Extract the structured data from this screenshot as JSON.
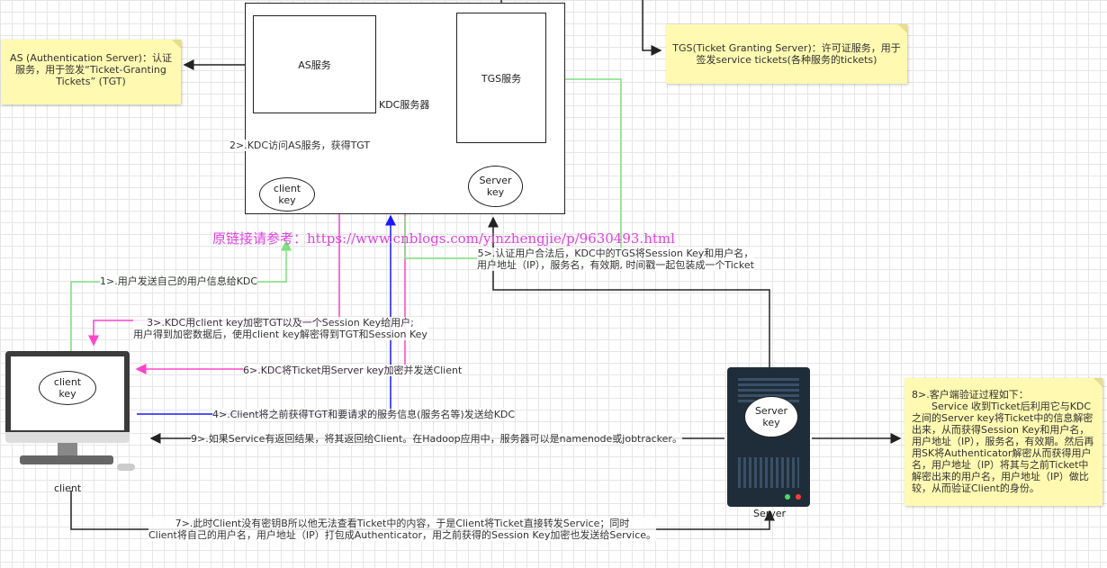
{
  "kdc": {
    "label": "KDC服务器",
    "as_label": "AS服务",
    "tgs_label": "TGS服务",
    "client_key": "client\nkey",
    "server_key": "Server\nkey"
  },
  "notes": {
    "as": "AS (Authentication Server)：认证服务，用于签发“Ticket-Granting Tickets” (TGT)",
    "tgs": "TGS(Ticket Granting Server)：许可证服务，用于签发service tickets(各种服务的tickets)",
    "step8_title": "8>.客户端验证过程如下：",
    "step8_body": "Service 收到Ticket后利用它与KDC之间的Server key将Ticket中的信息解密出来，从而获得Session Key和用户名，用户地址（IP），服务名，有效期。然后再用SK将Authenticator解密从而获得用户名，用户地址（IP）将其与之前Ticket中解密出来的用户名，用户地址（IP）做比较，从而验证Client的身份。"
  },
  "link_text": "原链接请参考：https://www.cnblogs.com/yinzhengjie/p/9630493.html",
  "steps": {
    "s1": "1>.用户发送自己的用户信息给KDC",
    "s2": "2>.KDC访问AS服务，获得TGT",
    "s3_line1": "3>.KDC用client key加密TGT以及一个Session Key给用户;",
    "s3_line2": "用户得到加密数据后，使用client key解密得到TGT和Session Key",
    "s4": "4>.Client将之前获得TGT和要请求的服务信息(服务名等)发送给KDC",
    "s5_line1": "5>.认证用户合法后，KDC中的TGS将Session Key和用户名，",
    "s5_line2": "用户地址（IP），服务名，有效期, 时间戳一起包装成一个Ticket",
    "s6": "6>.KDC将Ticket用Server key加密并发送Client",
    "s7_line1": "7>.此时Client没有密钥B所以他无法查看Ticket中的内容，于是Client将Ticket直接转发Service；同时",
    "s7_line2": "Client将自己的用户名，用户地址（IP）打包成Authenticator，用之前获得的Session Key加密也发送给Service。",
    "s9": "9>.如果Service有返回结果，将其返回给Client。在Hadoop应用中，服务器可以是namenode或jobtracker。"
  },
  "client": {
    "key_label": "client\nkey",
    "caption": "client"
  },
  "server": {
    "key_label": "Server\nkey",
    "caption": "Server"
  },
  "colors": {
    "green": "#7ee07e",
    "blue": "#1a1aff",
    "magenta": "#ff44cc",
    "dark": "#333333",
    "link": "#e040e0"
  }
}
